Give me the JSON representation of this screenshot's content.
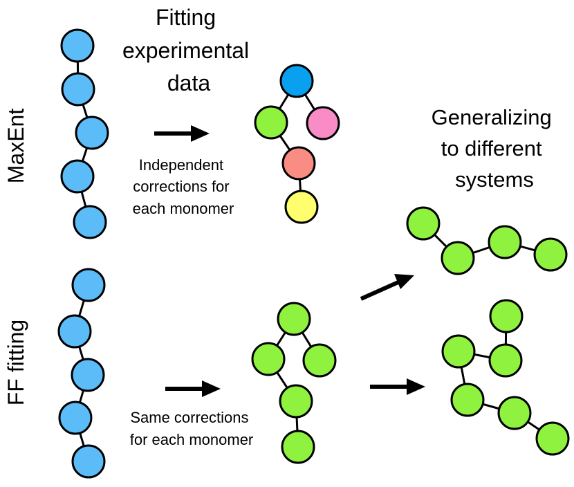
{
  "labels": {
    "top_title": [
      "Fitting",
      "experimental",
      "data"
    ],
    "maxent": "MaxEnt",
    "ff_fitting": "FF fitting",
    "maxent_caption": [
      "Independent",
      "corrections for",
      "each monomer"
    ],
    "ff_caption": [
      "Same corrections",
      "for each monomer"
    ],
    "generalizing": [
      "Generalizing",
      "to different",
      "systems"
    ]
  },
  "colors": {
    "initial_monomer": "#5bbcf8",
    "maxent_monomers": [
      "#0aa0f0",
      "#8ef23e",
      "#f98cc6",
      "#f98d84",
      "#fefe6e"
    ],
    "ff_monomer": "#8ef23e",
    "outline": "#000000"
  }
}
